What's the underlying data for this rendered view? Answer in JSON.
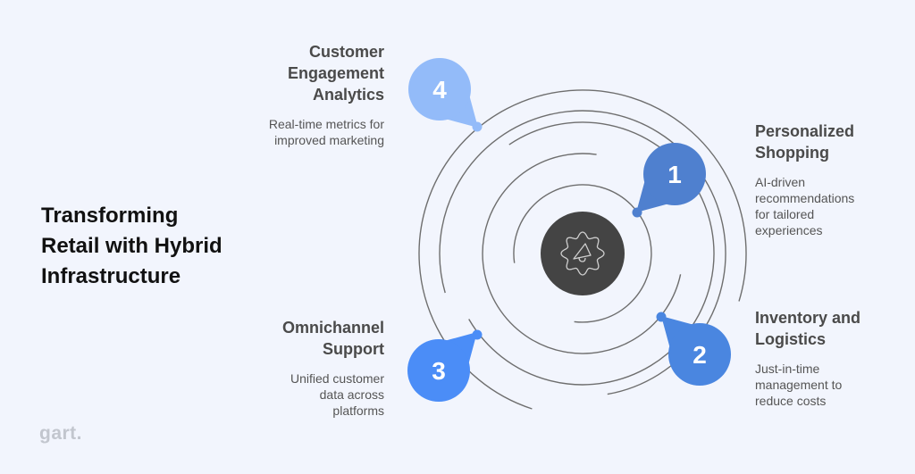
{
  "title_lines": [
    "Transforming",
    "Retail with Hybrid",
    "Infrastructure"
  ],
  "center_icon": "megaphone-gear-icon",
  "colors": {
    "background": "#F2F5FD",
    "center": "#444444",
    "arc": "#6E6E6E",
    "step1": "#4F80CF",
    "step2": "#4A86E0",
    "step3": "#4B8DF7",
    "step4": "#93BBF9"
  },
  "steps": [
    {
      "number": "1",
      "heading_lines": [
        "Personalized",
        "Shopping"
      ],
      "desc_lines": [
        "AI-driven",
        "recommendations",
        "for tailored",
        "experiences"
      ]
    },
    {
      "number": "2",
      "heading_lines": [
        "Inventory and",
        "Logistics"
      ],
      "desc_lines": [
        "Just-in-time",
        "management to",
        "reduce costs"
      ]
    },
    {
      "number": "3",
      "heading_lines": [
        "Omnichannel",
        "Support"
      ],
      "desc_lines": [
        "Unified customer",
        "data across",
        "platforms"
      ]
    },
    {
      "number": "4",
      "heading_lines": [
        "Customer",
        "Engagement",
        "Analytics"
      ],
      "desc_lines": [
        "Real-time metrics for",
        "improved marketing"
      ]
    }
  ],
  "logo": "gart."
}
